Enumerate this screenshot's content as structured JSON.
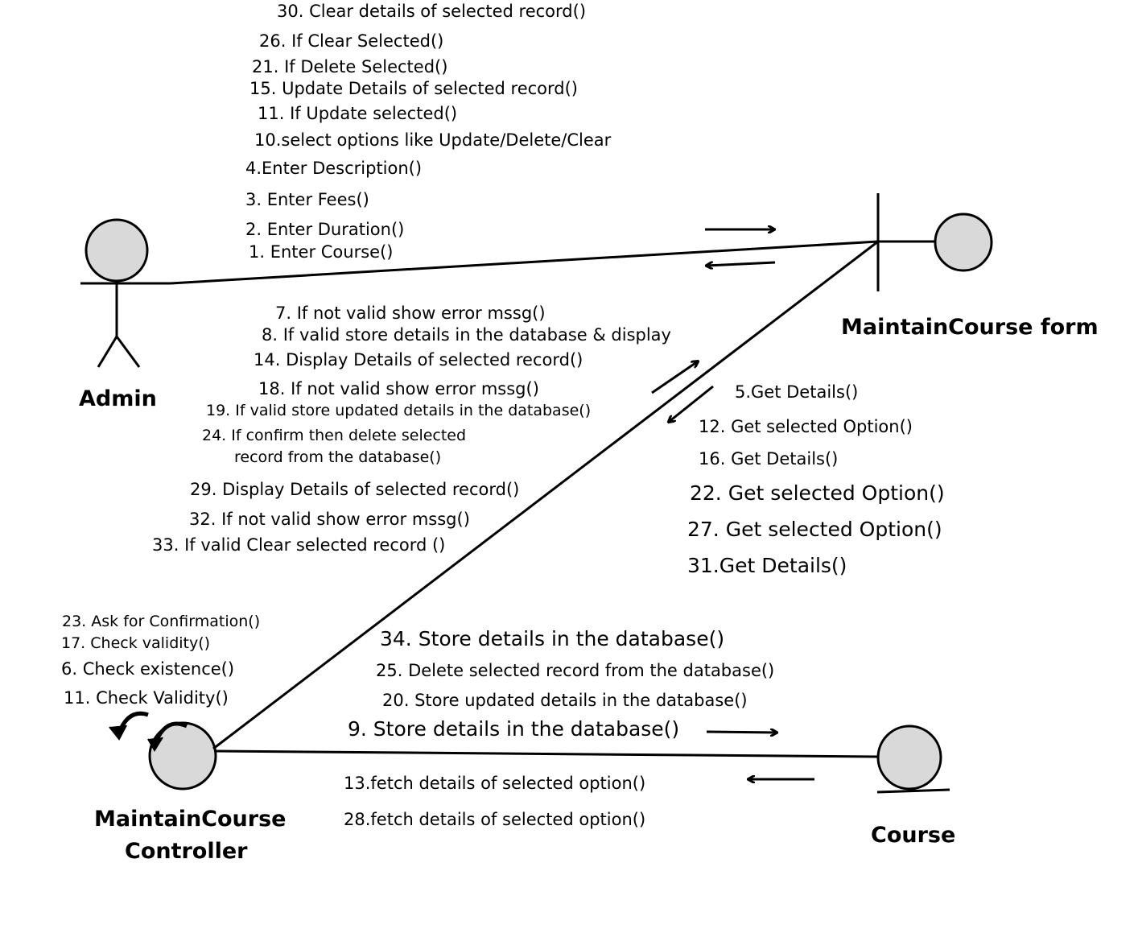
{
  "objects": {
    "admin": "Admin",
    "form": "MaintainCourse form",
    "controller_line1": "MaintainCourse",
    "controller_line2": "Controller",
    "course": "Course"
  },
  "messages": {
    "m30": "30. Clear details of selected record()",
    "m26": "26. If Clear Selected()",
    "m21": "21. If Delete Selected()",
    "m15": "15. Update Details of selected record()",
    "m11a": "11. If Update selected()",
    "m10": "10.select options like Update/Delete/Clear",
    "m4": "4.Enter Description()",
    "m3": "3. Enter Fees()",
    "m2": "2.  Enter Duration()",
    "m1": "1. Enter Course()",
    "m7": "7. If not valid show error mssg()",
    "m8": "8. If valid store details in the database & display",
    "m14": "14. Display Details of selected record()",
    "m18": "18. If not valid show error mssg()",
    "m19": "19. If valid store updated details in the database()",
    "m24_line1": "24. If confirm then delete selected",
    "m24_line2": "record from the database()",
    "m29": "29. Display Details of selected record()",
    "m32": "32. If not valid show error mssg()",
    "m33": "33. If valid Clear selected record ()",
    "m5": "5.Get Details()",
    "m12": "12. Get selected Option()",
    "m16": "16. Get Details()",
    "m22": "22. Get selected Option()",
    "m27": "27. Get selected Option()",
    "m31": "31.Get Details()",
    "m23": "23. Ask for Confirmation()",
    "m17": "17. Check validity()",
    "m6": "6. Check existence()",
    "m11b": "11. Check Validity()",
    "m34": "34. Store details in the database()",
    "m25": "25. Delete selected record from the database()",
    "m20": "20. Store updated details in the database()",
    "m9": "9. Store details in the database()",
    "m13": "13.fetch details of selected option()",
    "m28": "28.fetch details of selected option()"
  },
  "colors": {
    "object_fill": "#d9d9d9",
    "stroke": "#000000",
    "background": "#ffffff"
  }
}
